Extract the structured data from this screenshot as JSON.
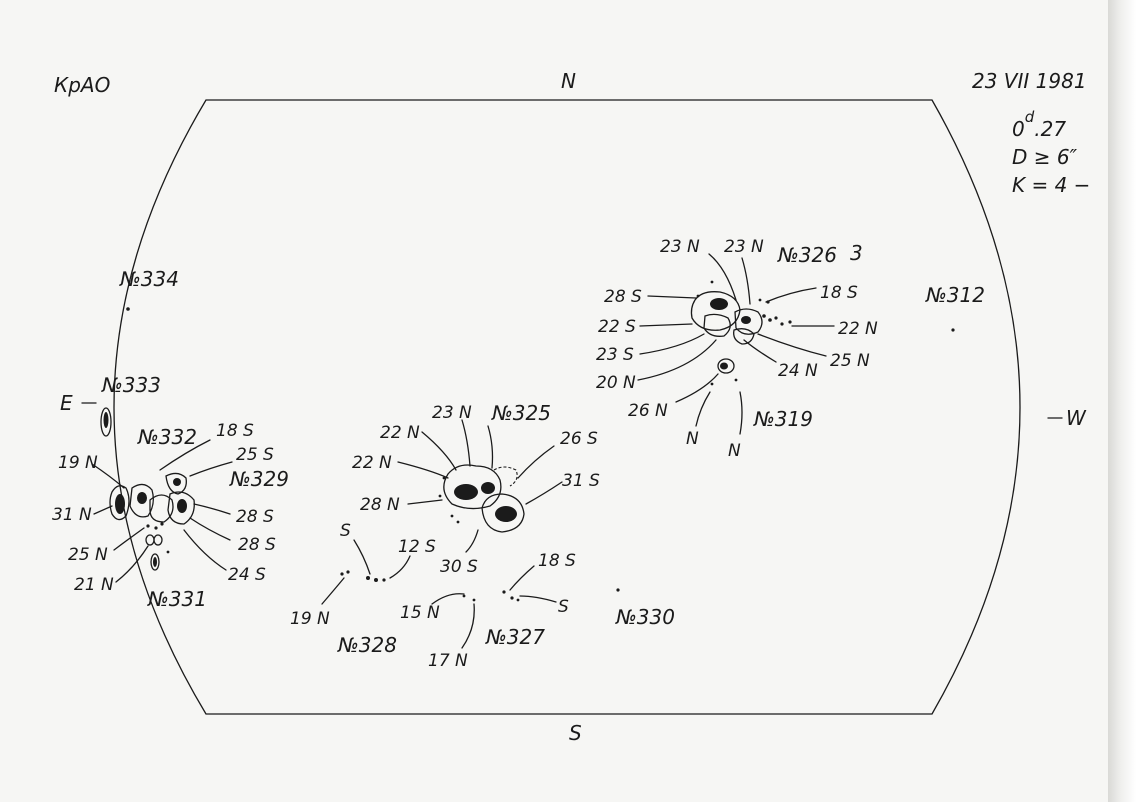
{
  "header": {
    "observatory": "КрАО",
    "date": "23 VII 1981",
    "time_prefix": "0",
    "time_unit": "d",
    "time_suffix": ".27",
    "diameter": "D ≥ 6″",
    "k_index": "K = 4 −"
  },
  "directions": {
    "north": "N",
    "south": "S",
    "east": "E",
    "west": "W"
  },
  "regions": {
    "r312": "№312",
    "r319": "№319",
    "r325": "№325",
    "r326": "№326",
    "r326_note": "3",
    "r327": "№327",
    "r328": "№328",
    "r329": "№329",
    "r330": "№330",
    "r331": "№331",
    "r332": "№332",
    "r333": "№333",
    "r334": "№334"
  },
  "labels": {
    "g326_23n_a": "23 N",
    "g326_23n_b": "23 N",
    "g326_18s": "18 S",
    "g326_28s": "28 S",
    "g326_22s": "22 S",
    "g326_22n": "22 N",
    "g326_23s": "23 S",
    "g326_24n": "24 N",
    "g326_25n": "25 N",
    "g326_20n": "20 N",
    "g319_26n": "26 N",
    "g319_n_a": "N",
    "g319_n_b": "N",
    "g325_23n": "23 N",
    "g325_22n_a": "22 N",
    "g325_22n_b": "22 N",
    "g325_26s": "26 S",
    "g325_31s": "31 S",
    "g325_28n": "28 N",
    "g325_30s": "30 S",
    "g328_s": "S",
    "g328_12s": "12 S",
    "g328_19n": "19 N",
    "g327_18s": "18 S",
    "g327_15n": "15 N",
    "g327_s": "S",
    "g327_17n": "17 N",
    "g329_18s": "18 S",
    "g329_25s": "25 S",
    "g329_19n": "19 N",
    "g329_31n": "31 N",
    "g329_28s_a": "28 S",
    "g329_28s_b": "28 S",
    "g329_25n": "25 N",
    "g329_24s": "24 S",
    "g329_21n": "21 N"
  },
  "colors": {
    "ink": "#1b1b1b",
    "paper": "#f6f6f4"
  }
}
